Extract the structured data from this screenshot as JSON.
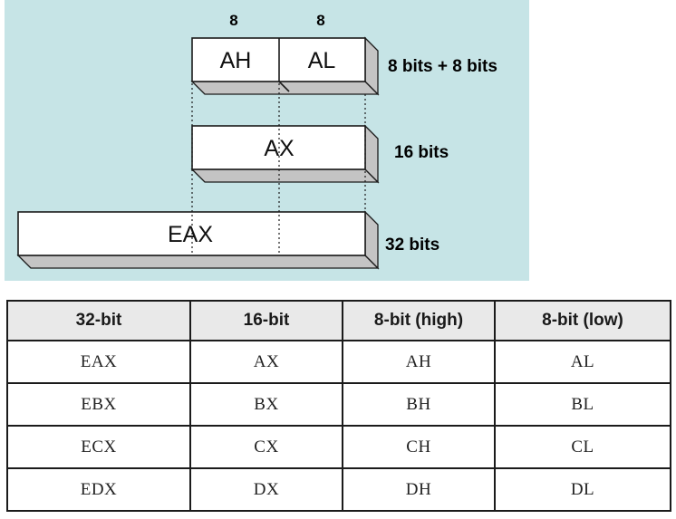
{
  "diagram": {
    "bit_counts": {
      "high": "8",
      "low": "8"
    },
    "registers": {
      "high8": "AH",
      "low8": "AL",
      "word": "AX",
      "dword": "EAX"
    },
    "size_labels": {
      "row8": "8 bits + 8 bits",
      "row16": "16 bits",
      "row32": "32 bits"
    },
    "colors": {
      "panel_bg": "#c6e4e6",
      "box_face": "#ffffff",
      "box_side": "#c4c4c4",
      "outline": "#1a1a1a"
    }
  },
  "table": {
    "headers": [
      "32-bit",
      "16-bit",
      "8-bit (high)",
      "8-bit (low)"
    ],
    "rows": [
      [
        "EAX",
        "AX",
        "AH",
        "AL"
      ],
      [
        "EBX",
        "BX",
        "BH",
        "BL"
      ],
      [
        "ECX",
        "CX",
        "CH",
        "CL"
      ],
      [
        "EDX",
        "DX",
        "DH",
        "DL"
      ]
    ],
    "header_bg": "#e9e9e9"
  }
}
